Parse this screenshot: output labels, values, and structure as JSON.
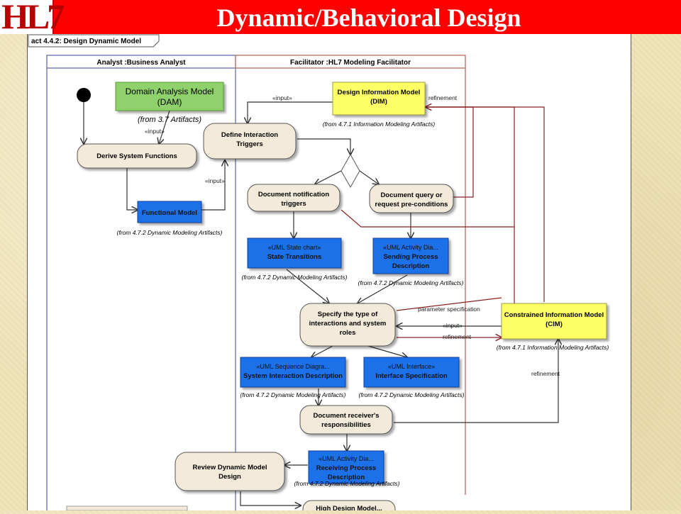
{
  "slide": {
    "logo": "HL7",
    "title": "Dynamic/Behavioral Design"
  },
  "diagram": {
    "frame_label": "act 4.4.2: Design Dynamic Model",
    "lanes": {
      "analyst": "Analyst :Business Analyst",
      "facilitator": "Facilitator :HL7 Modeling Facilitator"
    },
    "nodes": {
      "dam_line1": "Domain Analysis Model",
      "dam_line2": "(DAM)",
      "dam_note": "(from 3.7 Artifacts)",
      "derive": "Derive System Functions",
      "functional_model": "Functional Model",
      "functional_note": "(from 4.7.2 Dynamic Modeling Artifacts)",
      "define_line1": "Define Interaction",
      "define_line2": "Triggers",
      "dim_line1": "Design Information Model",
      "dim_line2": "(DIM)",
      "dim_note": "(from 4.7.1 Information Modeling Artifacts)",
      "notif_line1": "Document notification",
      "notif_line2": "triggers",
      "query_line1": "Document query or",
      "query_line2": "request pre-conditions",
      "state_line1": "«UML State chart»",
      "state_line2": "State Transitions",
      "state_note": "(from 4.7.2 Dynamic Modeling Artifacts)",
      "sending_line1": "«UML Activity Dia...",
      "sending_line2": "Sending Process",
      "sending_line3": "Description",
      "sending_note": "(from 4.7.2 Dynamic Modeling Artifacts)",
      "specify_line1": "Specify the type of",
      "specify_line2": "interactions and system",
      "specify_line3": "roles",
      "cim_line1": "Constrained Information Model",
      "cim_line2": "(CIM)",
      "cim_note": "(from 4.7.1 Information Modeling Artifacts)",
      "seq_line1": "«UML Sequence Diagra...",
      "seq_line2": "System Interaction Description",
      "seq_note": "(from 4.7.2 Dynamic Modeling Artifacts)",
      "iface_line1": "«UML Interface»",
      "iface_line2": "Interface Specification",
      "iface_note": "(from 4.7.2 Dynamic Modeling Artifacts)",
      "receiver_line1": "Document receiver's",
      "receiver_line2": "responsibilities",
      "review_line1": "Review Dynamic Model",
      "review_line2": "Design",
      "receiving_line1": "«UML Activity Dia...",
      "receiving_line2": "Receiving Process",
      "receiving_line3": "Description",
      "receiving_note": "(from 4.7.2 Dynamic Modeling Artifacts)",
      "bottom_cut": "High Design Model..."
    },
    "labels": {
      "input": "«input»",
      "refinement": "refinement",
      "parameter_spec": "parameter specification"
    },
    "colors": {
      "green": "#8fd16a",
      "yellow": "#ffff66",
      "blue": "#1a6fe8",
      "beige": "#f3eada",
      "lane_blue": "#7880b8",
      "lane_red": "#c08070",
      "arrow_dark": "#333333",
      "arrow_red": "#8b2020"
    }
  }
}
